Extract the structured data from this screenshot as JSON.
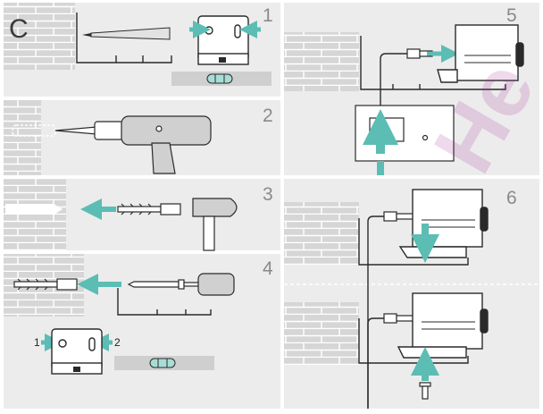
{
  "section_letter": "C",
  "steps": [
    {
      "id": "step-1",
      "number": "1"
    },
    {
      "id": "step-2",
      "number": "2"
    },
    {
      "id": "step-3",
      "number": "3"
    },
    {
      "id": "step-4",
      "number": "4"
    },
    {
      "id": "step-5",
      "number": "5"
    },
    {
      "id": "step-6",
      "number": "6"
    }
  ],
  "hole_labels": [
    "1",
    "2"
  ],
  "watermark": "He",
  "colors": {
    "arrow": "#5bbdb4",
    "panel": "#ececec",
    "brick": "#d2d2d2",
    "line": "#2a2a2a",
    "level_body": "#cfcfcf",
    "level_bubble": "#a8ddd7",
    "watermark": "#a21c8f"
  },
  "icons": [
    "pencil-icon",
    "drill-icon",
    "hammer-icon",
    "screwdriver-icon",
    "wall-plug-icon",
    "screw-icon",
    "spirit-level-icon",
    "wall-bracket-icon",
    "camera-icon",
    "cable-plug-icon"
  ]
}
